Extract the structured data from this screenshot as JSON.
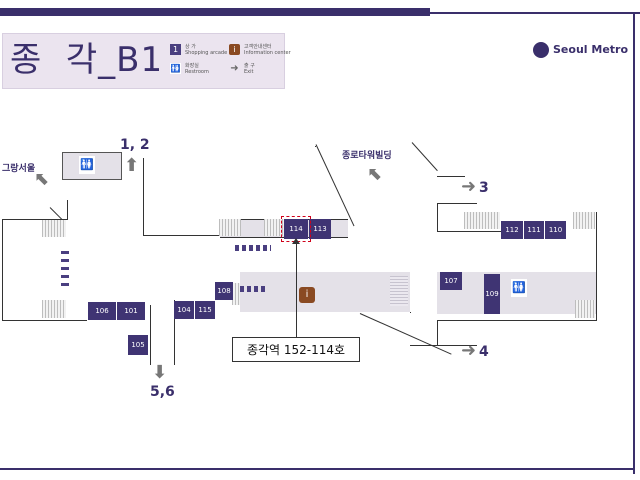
{
  "header": {
    "station_title": "종  각_B1",
    "legend": [
      {
        "symbol": "1",
        "label": "상 가",
        "sublabel": "Shopping arcade",
        "color": "#4a3f80",
        "icon": "shop-number-icon"
      },
      {
        "symbol": "i",
        "label": "고객안내센터",
        "sublabel": "Information center",
        "color": "#8a4a22",
        "icon": "info-center-icon"
      },
      {
        "symbol": "🚻",
        "label": "화장실",
        "sublabel": "Restroom",
        "color": "#d06a36",
        "icon": "restroom-icon"
      },
      {
        "symbol": "➜",
        "label": "출 구",
        "sublabel": "Exit",
        "color": "#666666",
        "icon": "exit-arrow-icon"
      }
    ],
    "logo_text": "Seoul Metro"
  },
  "map": {
    "exits": {
      "e12": "1, 2",
      "e3": "3",
      "e4": "4",
      "e56": "5,6"
    },
    "places": {
      "grand_seoul": "그랑서울",
      "jongno_tower": "종로타워빌딩"
    },
    "shops": {
      "s114": "114",
      "s113": "113",
      "s112": "112",
      "s111": "111",
      "s110": "110",
      "s108": "108",
      "s107": "107",
      "s109": "109",
      "s106": "106",
      "s101": "101",
      "s104": "104",
      "s115": "115",
      "s105": "105"
    },
    "callout": "종각역 152-114호"
  },
  "colors": {
    "shop": "#3f3473",
    "accent": "#3a2f6b",
    "highlight": "#d0021b",
    "info": "#8a4a22"
  }
}
